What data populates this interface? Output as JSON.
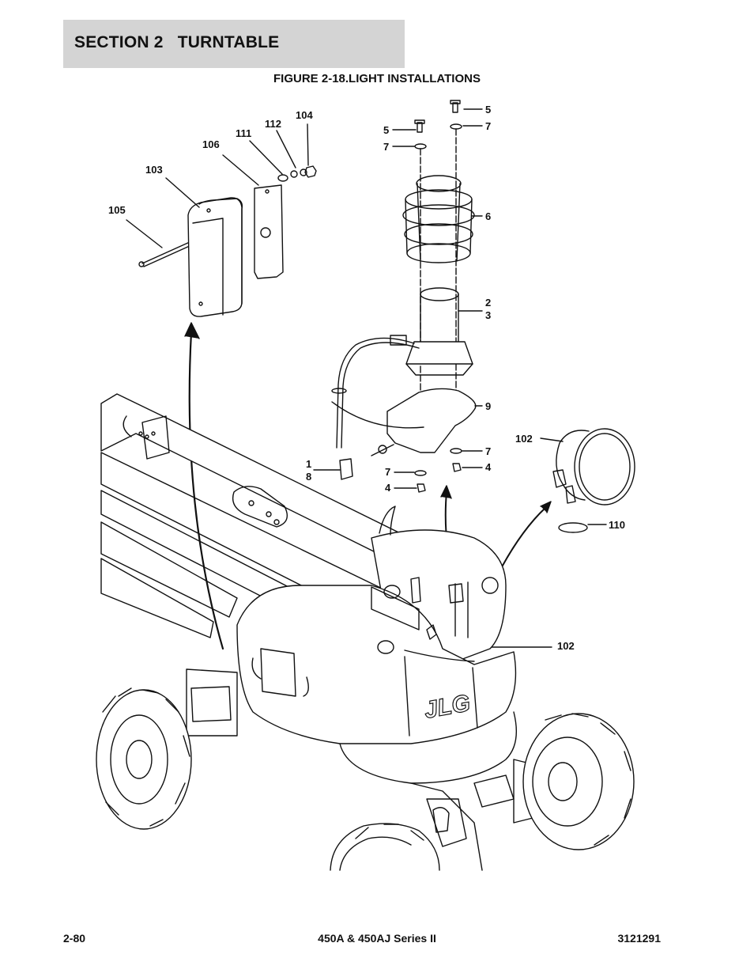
{
  "header": {
    "section": "SECTION 2   TURNTABLE"
  },
  "figure": {
    "title": "FIGURE 2-18.LIGHT INSTALLATIONS"
  },
  "callouts": {
    "c104": "104",
    "c112": "112",
    "c111": "111",
    "c106": "106",
    "c103": "103",
    "c105": "105",
    "c5a": "5",
    "c7a": "7",
    "c5b": "5",
    "c7b": "7",
    "c6": "6",
    "c2": "2",
    "c3": "3",
    "c9": "9",
    "c102a": "102",
    "c1": "1",
    "c8": "8",
    "c7c": "7",
    "c4a": "4",
    "c7d": "7",
    "c4b": "4",
    "c110": "110",
    "c102b": "102"
  },
  "brand": {
    "logo_text": "JLG"
  },
  "footer": {
    "page": "2-80",
    "model": "450A & 450AJ Series II",
    "doc_number": "3121291"
  }
}
